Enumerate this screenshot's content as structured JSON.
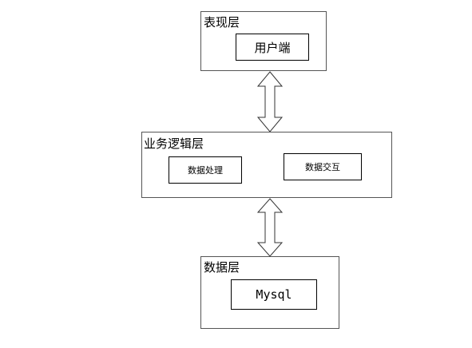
{
  "presentation_layer": {
    "title": "表现层",
    "components": [
      "用户端"
    ]
  },
  "business_layer": {
    "title": "业务逻辑层",
    "components": [
      "数据处理",
      "数据交互"
    ]
  },
  "data_layer": {
    "title": "数据层",
    "components": [
      "Mysql"
    ]
  },
  "connectors": [
    "bidirectional-arrow",
    "bidirectional-arrow"
  ]
}
